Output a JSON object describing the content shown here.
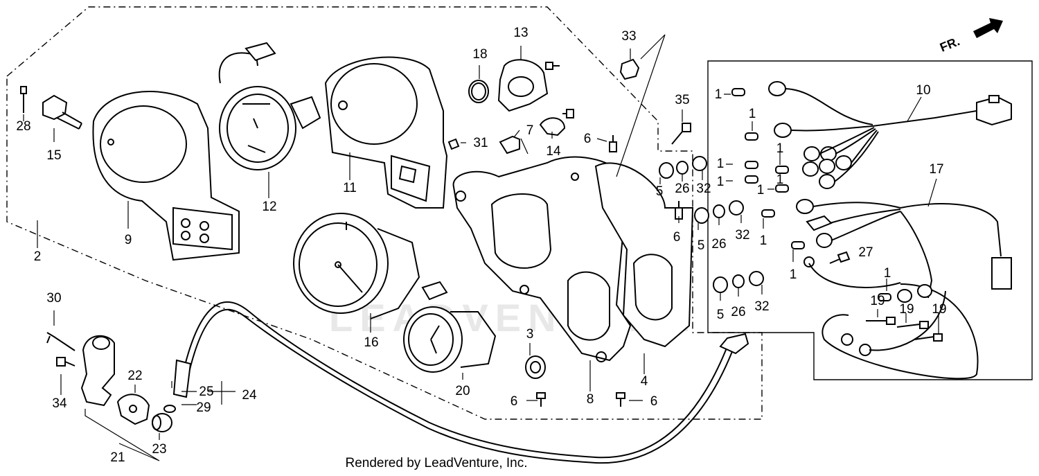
{
  "credit": "Rendered by LeadVenture, Inc.",
  "watermark": "LEADVENTURE",
  "direction_label": "FR.",
  "callouts": [
    {
      "id": "c1a",
      "text": "1"
    },
    {
      "id": "c1b",
      "text": "1"
    },
    {
      "id": "c1c",
      "text": "1"
    },
    {
      "id": "c1d",
      "text": "1"
    },
    {
      "id": "c1e",
      "text": "1"
    },
    {
      "id": "c1f",
      "text": "1"
    },
    {
      "id": "c1g",
      "text": "1"
    },
    {
      "id": "c1h",
      "text": "1"
    },
    {
      "id": "c1i",
      "text": "1"
    },
    {
      "id": "c1j",
      "text": "1"
    },
    {
      "id": "c2",
      "text": "2"
    },
    {
      "id": "c3",
      "text": "3"
    },
    {
      "id": "c4",
      "text": "4"
    },
    {
      "id": "c5a",
      "text": "5"
    },
    {
      "id": "c5b",
      "text": "5"
    },
    {
      "id": "c5c",
      "text": "5"
    },
    {
      "id": "c6a",
      "text": "6"
    },
    {
      "id": "c6b",
      "text": "6"
    },
    {
      "id": "c6c",
      "text": "6"
    },
    {
      "id": "c6d",
      "text": "6"
    },
    {
      "id": "c7",
      "text": "7"
    },
    {
      "id": "c8",
      "text": "8"
    },
    {
      "id": "c9",
      "text": "9"
    },
    {
      "id": "c10",
      "text": "10"
    },
    {
      "id": "c11",
      "text": "11"
    },
    {
      "id": "c12",
      "text": "12"
    },
    {
      "id": "c13",
      "text": "13"
    },
    {
      "id": "c14",
      "text": "14"
    },
    {
      "id": "c15",
      "text": "15"
    },
    {
      "id": "c16",
      "text": "16"
    },
    {
      "id": "c17",
      "text": "17"
    },
    {
      "id": "c18",
      "text": "18"
    },
    {
      "id": "c19a",
      "text": "19"
    },
    {
      "id": "c19b",
      "text": "19"
    },
    {
      "id": "c19c",
      "text": "19"
    },
    {
      "id": "c20",
      "text": "20"
    },
    {
      "id": "c21",
      "text": "21"
    },
    {
      "id": "c22",
      "text": "22"
    },
    {
      "id": "c23",
      "text": "23"
    },
    {
      "id": "c24",
      "text": "24"
    },
    {
      "id": "c25",
      "text": "25"
    },
    {
      "id": "c26a",
      "text": "26"
    },
    {
      "id": "c26b",
      "text": "26"
    },
    {
      "id": "c26c",
      "text": "26"
    },
    {
      "id": "c27",
      "text": "27"
    },
    {
      "id": "c28",
      "text": "28"
    },
    {
      "id": "c29",
      "text": "29"
    },
    {
      "id": "c30",
      "text": "30"
    },
    {
      "id": "c31",
      "text": "31"
    },
    {
      "id": "c32a",
      "text": "32"
    },
    {
      "id": "c32b",
      "text": "32"
    },
    {
      "id": "c32c",
      "text": "32"
    },
    {
      "id": "c33",
      "text": "33"
    },
    {
      "id": "c34",
      "text": "34"
    },
    {
      "id": "c35",
      "text": "35"
    }
  ]
}
